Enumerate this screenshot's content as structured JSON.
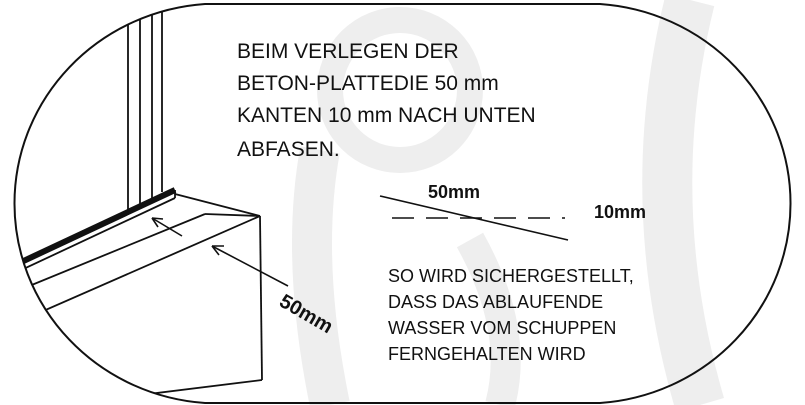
{
  "instruction": {
    "lines": [
      "BEIM VERLEGEN DER",
      "BETON-PLATTEDIE 50 mm",
      "KANTEN 10 mm NACH UNTEN",
      "ABFASEN."
    ]
  },
  "dimensions": {
    "chamfer_width": "50mm",
    "chamfer_depth": "10mm",
    "edge_width": "50mm"
  },
  "caption": {
    "lines": [
      "SO WIRD SICHERGESTELLT,",
      "DASS DAS ABLAUFENDE",
      "WASSER VOM SCHUPPEN",
      "FERNGEHALTEN WIRD"
    ]
  },
  "colors": {
    "ink": "#111111",
    "watermark": "#eeeeee",
    "background": "#ffffff"
  }
}
